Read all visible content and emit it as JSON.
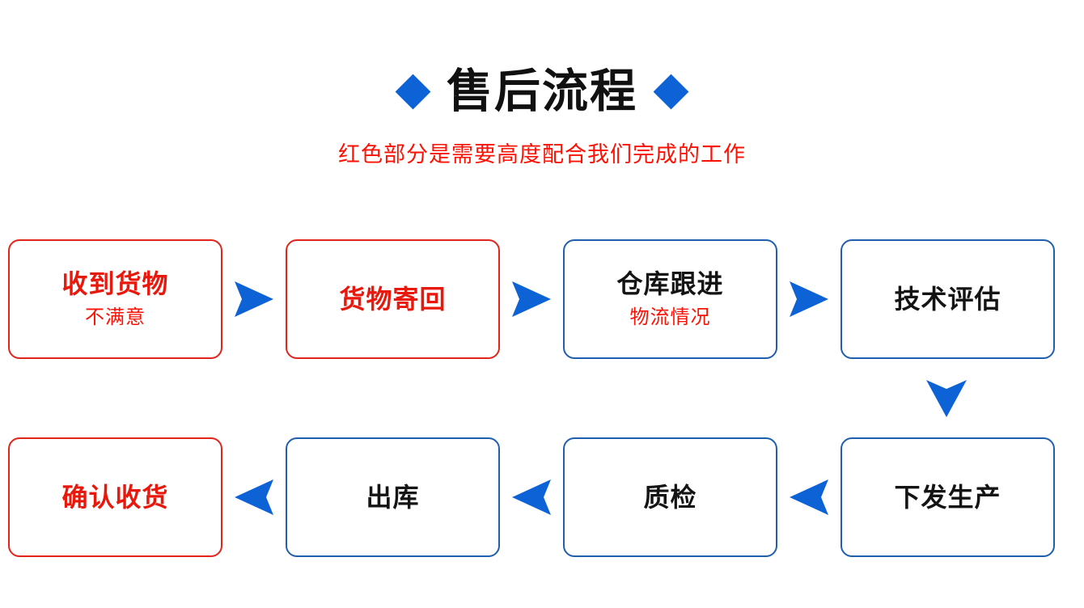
{
  "header": {
    "title": "售后流程",
    "subtitle": "红色部分是需要高度配合我们完成的工作",
    "left_diamond": "diamond-decoration",
    "right_diamond": "diamond-decoration"
  },
  "colors": {
    "accent_blue": "#0d63d6",
    "border_blue": "#1f5fae",
    "red_text": "#e8180c",
    "red_border": "#e1251b",
    "black_text": "#141414",
    "background": "#ffffff"
  },
  "flow": {
    "row1": {
      "direction": "left-to-right",
      "nodes": [
        {
          "title": "收到货物",
          "subtitle": "不满意",
          "border": "red",
          "title_color": "red"
        },
        {
          "title": "货物寄回",
          "subtitle": "",
          "border": "red",
          "title_color": "red"
        },
        {
          "title": "仓库跟进",
          "subtitle": "物流情况",
          "border": "blue",
          "title_color": "black"
        },
        {
          "title": "技术评估",
          "subtitle": "",
          "border": "blue",
          "title_color": "black"
        }
      ],
      "arrows": [
        "arrow-right",
        "arrow-right",
        "arrow-right"
      ]
    },
    "connector": {
      "arrow": "arrow-down"
    },
    "row2": {
      "direction": "right-to-left",
      "nodes": [
        {
          "title": "确认收货",
          "subtitle": "",
          "border": "red",
          "title_color": "red"
        },
        {
          "title": "出库",
          "subtitle": "",
          "border": "blue",
          "title_color": "black"
        },
        {
          "title": "质检",
          "subtitle": "",
          "border": "blue",
          "title_color": "black"
        },
        {
          "title": "下发生产",
          "subtitle": "",
          "border": "blue",
          "title_color": "black"
        }
      ],
      "arrows": [
        "arrow-left",
        "arrow-left",
        "arrow-left"
      ]
    }
  }
}
